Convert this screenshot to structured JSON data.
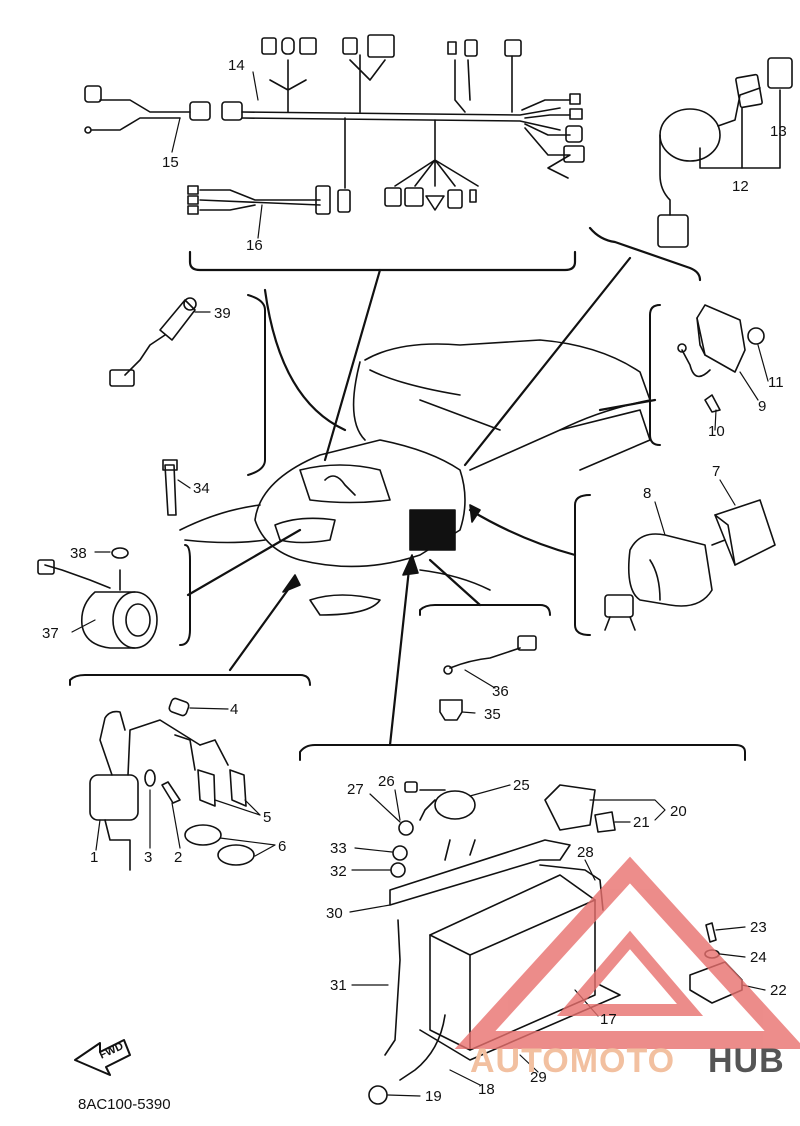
{
  "diagram": {
    "code": "8AC100-5390",
    "fwd_label": "FWD",
    "part_labels": [
      "1",
      "2",
      "3",
      "4",
      "5",
      "6",
      "7",
      "8",
      "9",
      "10",
      "11",
      "12",
      "13",
      "14",
      "15",
      "16",
      "17",
      "18",
      "19",
      "20",
      "21",
      "22",
      "23",
      "24",
      "25",
      "26",
      "27",
      "28",
      "29",
      "30",
      "31",
      "32",
      "33",
      "34",
      "35",
      "36",
      "37",
      "38",
      "39"
    ]
  },
  "watermark": {
    "part1": "AUTOMOTO",
    "part2": "HUB",
    "colors": {
      "triangle": "#e8706e",
      "text_light": "#f2c0a0",
      "text_dark": "#555555"
    }
  }
}
